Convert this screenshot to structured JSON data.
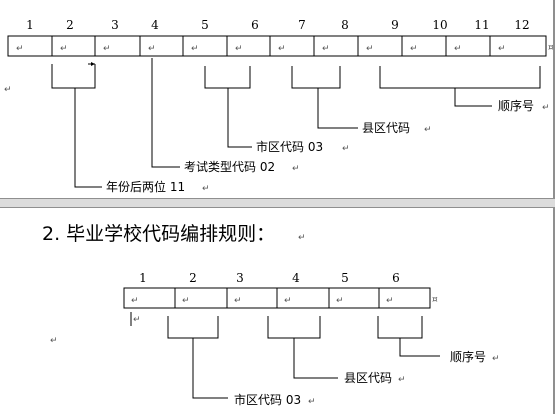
{
  "top": {
    "digit_numbers": [
      "1",
      "2",
      "3",
      "4",
      "5",
      "6",
      "7",
      "8",
      "9",
      "10",
      "11",
      "12"
    ],
    "labels": {
      "sequence": "顺序号",
      "county_code": "县区代码",
      "city_code": "市区代码 03",
      "exam_type": "考试类型代码 02",
      "year_last_two": "年份后两位 11"
    }
  },
  "bottom": {
    "heading": "2. 毕业学校代码编排规则：",
    "digit_numbers": [
      "1",
      "2",
      "3",
      "4",
      "5",
      "6"
    ],
    "labels": {
      "sequence": "顺序号",
      "county_code": "县区代码",
      "city_code": "市区代码 03"
    }
  },
  "marks": {
    "paragraph_mark": "↵",
    "end_mark": "¤"
  }
}
